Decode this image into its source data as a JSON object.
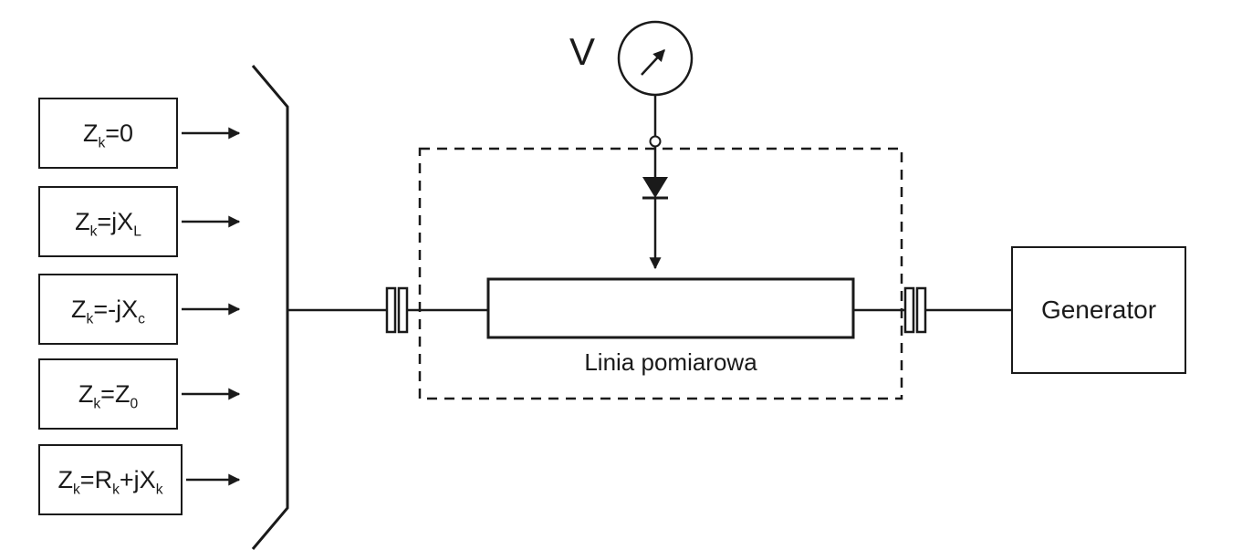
{
  "diagram": {
    "voltmeter_label": "V",
    "measurement_line_label": "Linia pomiarowa",
    "generator_label": "Generator"
  },
  "loads": [
    {
      "p1": "Z",
      "s1": "k",
      "p2": "=0"
    },
    {
      "p1": "Z",
      "s1": "k",
      "p2": "=jX",
      "s2": "L"
    },
    {
      "p1": "Z",
      "s1": "k",
      "p2": "=-jX",
      "s2": "c"
    },
    {
      "p1": "Z",
      "s1": "k",
      "p2": "=Z",
      "s2": "0"
    },
    {
      "p1": "Z",
      "s1": "k",
      "p2": "=R",
      "s2": "k",
      "p3": "+jX",
      "s3": "k"
    }
  ],
  "colors": {
    "ink": "#1a1a1a",
    "background": "#ffffff"
  }
}
